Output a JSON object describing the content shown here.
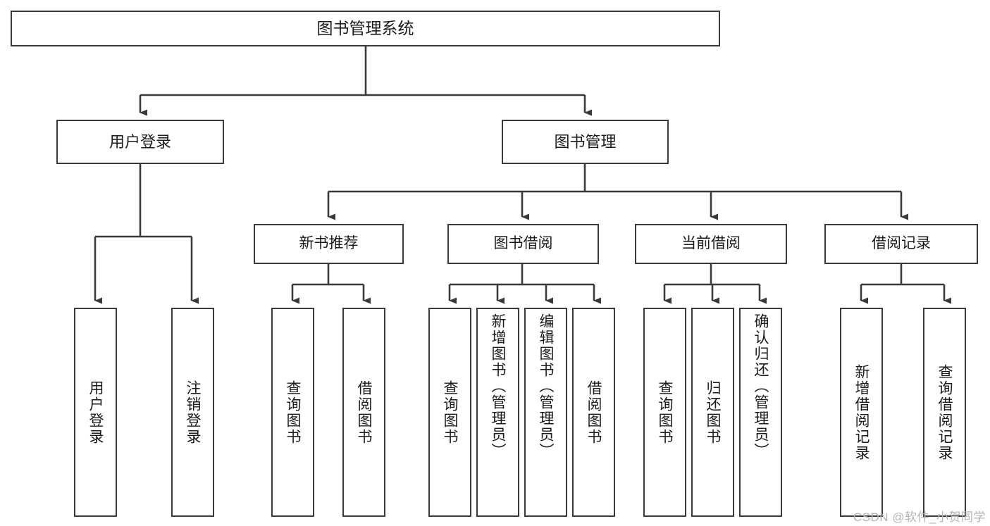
{
  "diagram": {
    "title": "图书管理系统",
    "type": "tree-hierarchy",
    "watermark": "CSDN @软件_小贺同学",
    "colors": {
      "box_border": "#3a3a3a",
      "connector": "#3a3a3a",
      "text": "#1b1b1b",
      "background": "#ffffff",
      "watermark": "#b3b3b3"
    },
    "root": {
      "label": "图书管理系统"
    },
    "level1": [
      {
        "label": "用户登录"
      },
      {
        "label": "图书管理"
      }
    ],
    "level2": [
      {
        "label": "新书推荐"
      },
      {
        "label": "图书借阅"
      },
      {
        "label": "当前借阅"
      },
      {
        "label": "借阅记录"
      }
    ],
    "leaves": {
      "user_login": [
        {
          "label": "用户登录"
        },
        {
          "label": "注销登录"
        }
      ],
      "new_book_recommend": [
        {
          "label": "查询图书"
        },
        {
          "label": "借阅图书"
        }
      ],
      "book_borrow": [
        {
          "label": "查询图书"
        },
        {
          "label": "新增图书（管理员）"
        },
        {
          "label": "编辑图书（管理员）"
        },
        {
          "label": "借阅图书"
        }
      ],
      "current_borrow": [
        {
          "label": "查询图书"
        },
        {
          "label": "归还图书"
        },
        {
          "label": "确认归还（管理员）"
        }
      ],
      "borrow_record": [
        {
          "label": "新增借阅记录"
        },
        {
          "label": "查询借阅记录"
        }
      ]
    }
  }
}
